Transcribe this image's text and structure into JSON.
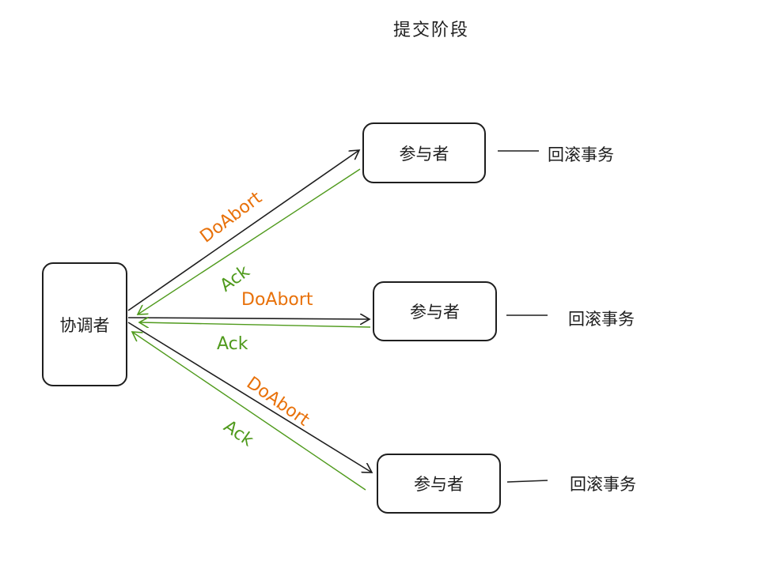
{
  "title": "提交阶段",
  "coordinator": {
    "label": "协调者"
  },
  "participants": [
    {
      "label": "参与者",
      "action": "回滚事务"
    },
    {
      "label": "参与者",
      "action": "回滚事务"
    },
    {
      "label": "参与者",
      "action": "回滚事务"
    }
  ],
  "messages": {
    "abort": "DoAbort",
    "ack": "Ack"
  },
  "colors": {
    "stroke": "#1e1e1e",
    "abort": "#e8710a",
    "ack": "#4f9a1c"
  }
}
